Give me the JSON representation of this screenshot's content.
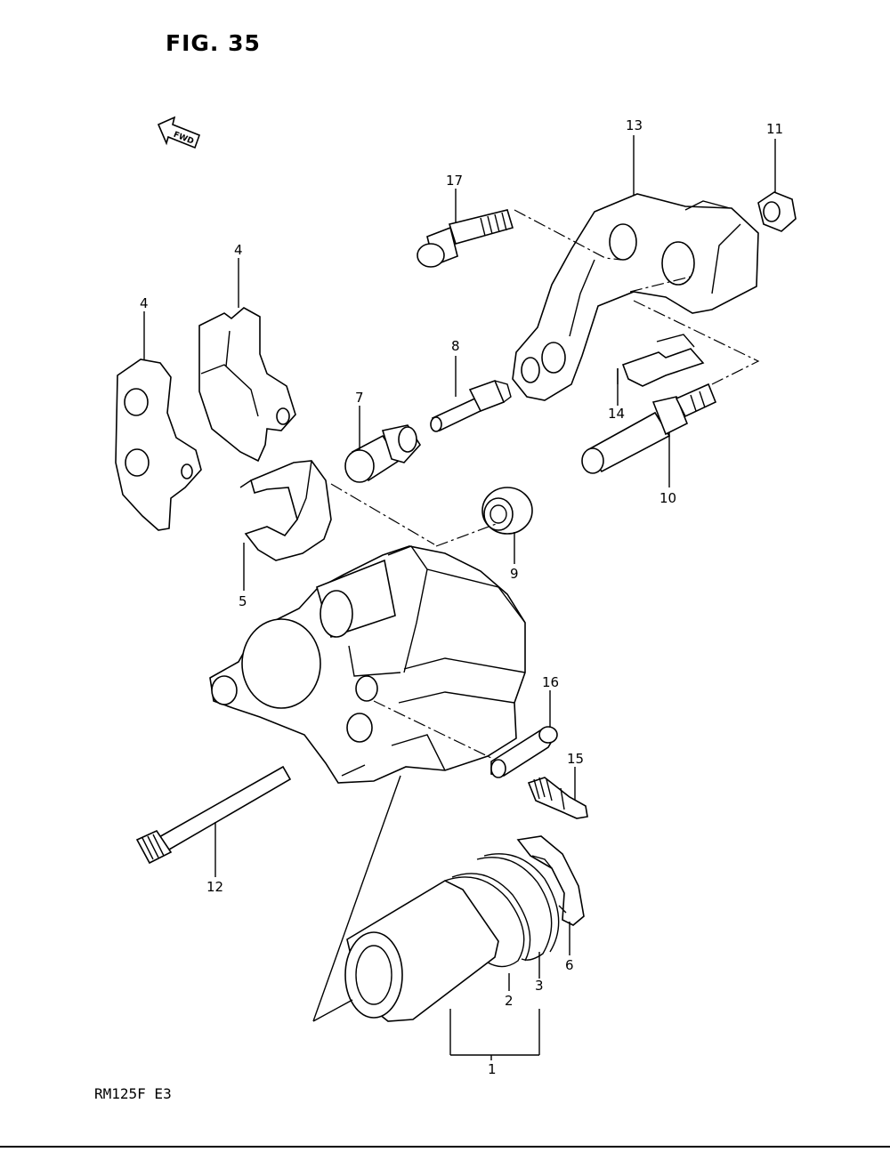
{
  "figure": {
    "title": "FIG. 35",
    "model_code": "RM125F  E3",
    "fwd_label": "FWD"
  },
  "callouts": [
    "1",
    "2",
    "3",
    "4",
    "4",
    "5",
    "6",
    "7",
    "8",
    "9",
    "10",
    "11",
    "12",
    "13",
    "14",
    "15",
    "16",
    "17"
  ]
}
